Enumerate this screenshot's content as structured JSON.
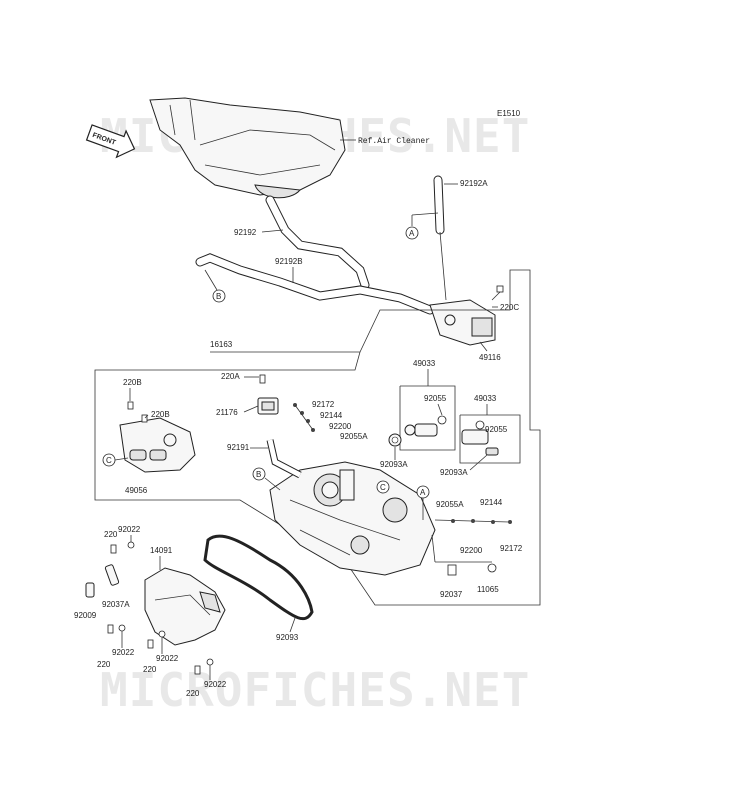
{
  "diagram_id": "E1510",
  "front_label": "FRONT",
  "ref_text": "Ref.Air Cleaner",
  "watermark": "MICROFICHES.NET",
  "callouts": {
    "A": "A",
    "B": "B",
    "C": "C"
  },
  "parts": {
    "p92192A": "92192A",
    "p92192": "92192",
    "p92192B": "92192B",
    "p220C": "220C",
    "p49116": "49116",
    "p16163": "16163",
    "p220A": "220A",
    "p220B_top": "220B",
    "p220B_mid": "220B",
    "p21176": "21176",
    "p92172_top": "92172",
    "p92144_top": "92144",
    "p92200_top": "92200",
    "p92055A_top": "92055A",
    "p92191": "92191",
    "p49056": "49056",
    "p49033_a": "49033",
    "p92055_a": "92055",
    "p49033_b": "49033",
    "p92055_b": "92055",
    "p92093A_a": "92093A",
    "p92093A_b": "92093A",
    "p92055A_bot": "92055A",
    "p92144_bot": "92144",
    "p92200_bot": "92200",
    "p92172_bot": "92172",
    "p92037": "92037",
    "p11065": "11065",
    "p92022_a": "92022",
    "p220_a": "220",
    "p14091": "14091",
    "p92037A": "92037A",
    "p92009": "92009",
    "p220_b": "220",
    "p92022_b": "92022",
    "p220_c": "220",
    "p92022_c": "92022",
    "p92093": "92093",
    "p220_d": "220",
    "p92022_d": "92022"
  }
}
